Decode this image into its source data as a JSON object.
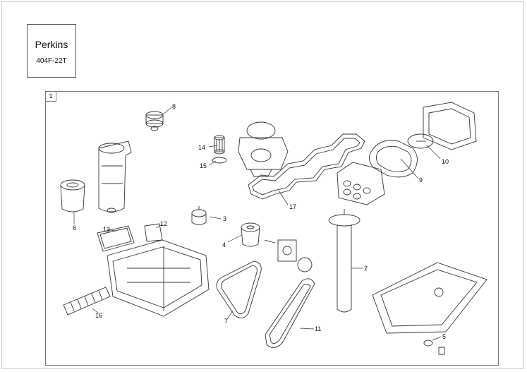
{
  "brand": {
    "name": "Perkins",
    "model": "404F-22T"
  },
  "panel": {
    "index": "1"
  },
  "callouts": [
    "8",
    "14",
    "15",
    "17",
    "10",
    "9",
    "6",
    "3",
    "13",
    "12",
    "4",
    "2",
    "16",
    "7",
    "11",
    "5"
  ],
  "part_icons": [
    "oil-filler-cap-icon",
    "fuel-filter-element-icon",
    "o-ring-icon",
    "rocker-cover-gasket-icon",
    "air-filter-cap-icon",
    "air-filter-element-icon",
    "fuel-filter-bowl-icon",
    "fuel-filter-head-icon",
    "thermostat-icon",
    "cabin-filter-icon",
    "air-intake-filter-icon",
    "engine-oil-filter-icon",
    "dipstick-icon",
    "pollen-filter-icon",
    "drive-belt-icon",
    "fan-belt-icon",
    "sump-plug-seal-icon",
    "oil-sump-icon"
  ]
}
